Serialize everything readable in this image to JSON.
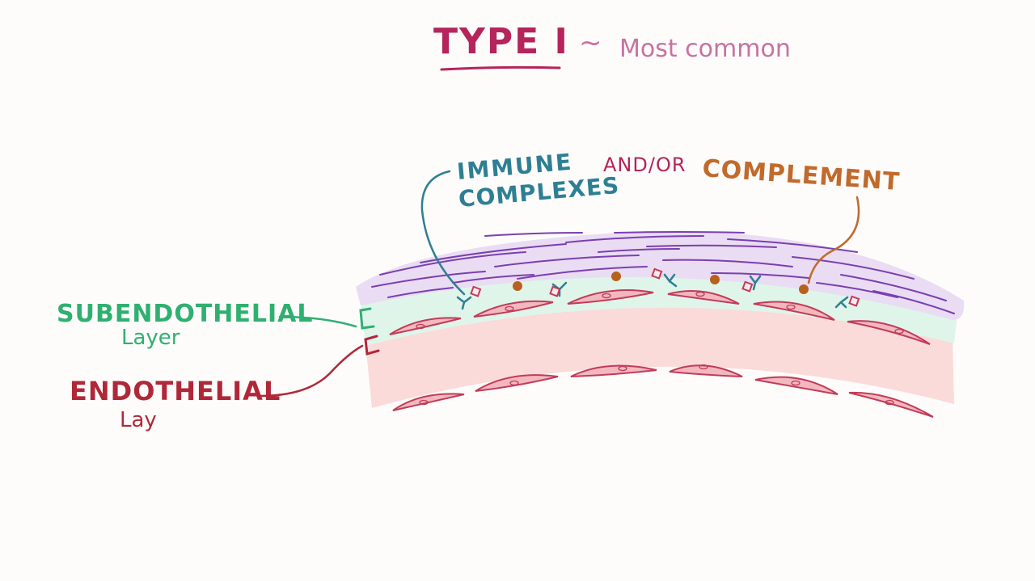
{
  "title": {
    "main": "TYPE I",
    "tilde": "~",
    "subtitle": "Most common"
  },
  "labels": {
    "immune_line1": "IMMUNE",
    "immune_line2": "COMPLEXES",
    "andor": "AND/OR",
    "complement": "COMPLEMENT",
    "sub_line1": "SUBENDOTHELIAL",
    "sub_line2": "Layer",
    "endo_line1": "ENDOTHELIAL",
    "endo_line2": "Lay"
  },
  "colors": {
    "title": "#b5245a",
    "subtitle": "#c872a0",
    "immune": "#2e7f93",
    "andor": "#b5245a",
    "complement": "#c06a2c",
    "subendothelial": "#2fb070",
    "endothelial": "#b02838",
    "basement_fill": "#eadcf3",
    "basement_stroke": "#7a3fb0",
    "sub_band": "#dff5ea",
    "endo_band": "#fbdada",
    "cell_fill": "#f3b8bf",
    "cell_stroke": "#c23b58",
    "complement_dot": "#b8611e"
  }
}
